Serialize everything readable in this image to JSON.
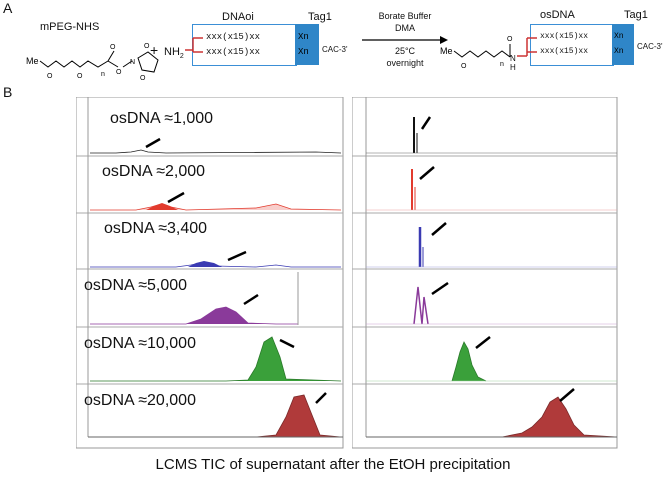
{
  "panel_a_letter": "A",
  "panel_b_letter": "B",
  "reaction": {
    "reagent1": "mPEG-NHS",
    "plus": "+",
    "amine": "NH",
    "amine_sub": "2",
    "dnaoi_label": "DNAoi",
    "tag1_left": "Tag1",
    "strand_top": "xxx(x15)xx",
    "strand_bottom": "xxx(x15)xx",
    "xn": "Xn",
    "cac": "CAC-3'",
    "arrow_top1": "Borate Buffer",
    "arrow_top2": "DMA",
    "arrow_bottom1": "25°C",
    "arrow_bottom2": "overnight",
    "product_label": "osDNA",
    "tag1_right": "Tag1",
    "methoxy": "Me",
    "n_sub": "n",
    "nh": "N",
    "h": "H",
    "o": "O"
  },
  "traces": [
    {
      "label": "osDNA ≈1,000",
      "color": "#222222"
    },
    {
      "label": "osDNA ≈2,000",
      "color": "#e23b2e"
    },
    {
      "label": "osDNA ≈3,400",
      "color": "#3a3ab2"
    },
    {
      "label": "osDNA ≈5,000",
      "color": "#8a3a9a"
    },
    {
      "label": "osDNA ≈10,000",
      "color": "#3aa03a"
    },
    {
      "label": "osDNA ≈20,000",
      "color": "#b03a3a"
    }
  ],
  "caption": "LCMS TIC of supernatant after the EtOH precipitation"
}
